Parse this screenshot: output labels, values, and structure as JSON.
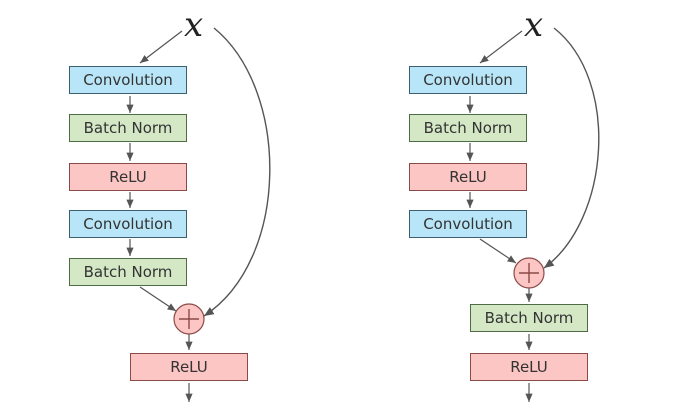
{
  "input_variable": "x",
  "left_block": {
    "layers": [
      "Convolution",
      "Batch Norm",
      "ReLU",
      "Convolution",
      "Batch Norm"
    ],
    "after_add": [
      "ReLU"
    ]
  },
  "right_block": {
    "layers": [
      "Convolution",
      "Batch Norm",
      "ReLU",
      "Convolution"
    ],
    "after_add": [
      "Batch Norm",
      "ReLU"
    ]
  },
  "colors": {
    "convolution": "#b8e6f8",
    "batch_norm": "#d5e8c6",
    "relu": "#fbc6c3",
    "add_node": "#fbc6c3",
    "arrow": "#555555"
  }
}
